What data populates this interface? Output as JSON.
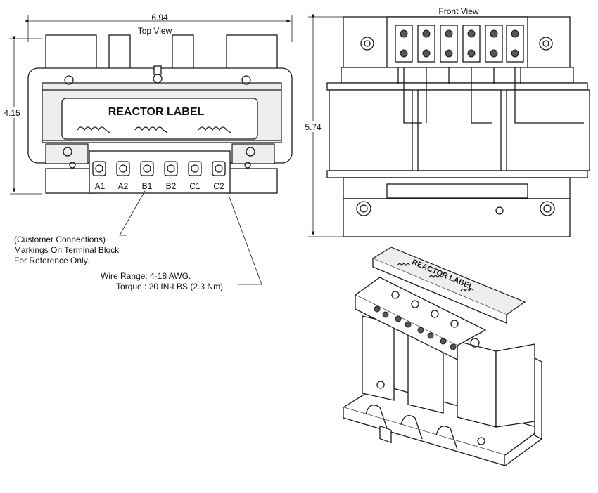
{
  "top_view": {
    "title": "Top View",
    "width_dim": "6.94",
    "height_dim": "4.15",
    "label": "REACTOR LABEL",
    "terminals": [
      "A1",
      "A2",
      "B1",
      "B2",
      "C1",
      "C2"
    ]
  },
  "front_view": {
    "title": "Front View",
    "height_dim": "5.74"
  },
  "notes": {
    "customer_1": "(Customer Connections)",
    "customer_2": "Markings On Terminal Block",
    "customer_3": "For Reference Only.",
    "wire_range": "Wire Range: 4-18 AWG.",
    "torque": "Torque : 20 IN-LBS (2.3 Nm)"
  },
  "iso_view": {
    "label": "REACTOR LABEL"
  }
}
